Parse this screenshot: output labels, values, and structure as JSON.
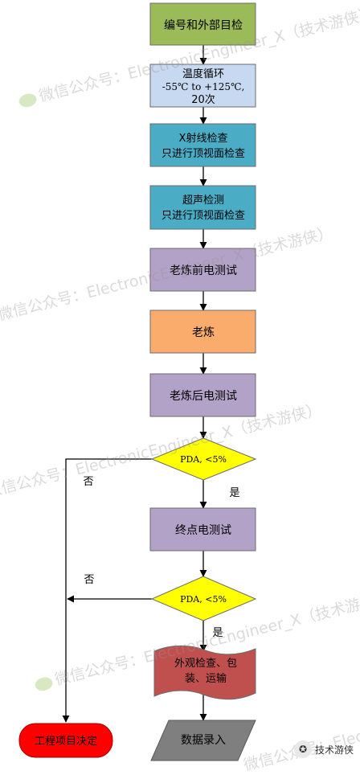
{
  "steps": {
    "incoming_inspection": "编号和外部目检",
    "temp_cycle_l1": "温度循环",
    "temp_cycle_l2": "-55℃  to  +125℃,",
    "temp_cycle_l3": "20次",
    "xray_l1": "X射线检查",
    "xray_l2": "只进行顶视面检查",
    "ultrasonic_l1": "超声检测",
    "ultrasonic_l2": "只进行顶视面检查",
    "pre_burnin_test": "老炼前电测试",
    "burnin": "老炼",
    "post_burnin_test": "老炼后电测试",
    "pda_1": "PDA, <5%",
    "final_test": "终点电测试",
    "pda_2": "PDA, <5%",
    "visual_pack_l1": "外观检查、包",
    "visual_pack_l2": "装、运输",
    "data_entry": "数据录入",
    "engineering_decision": "工程项目决定"
  },
  "edges": {
    "yes_1": "是",
    "no_1": "否",
    "yes_2": "是",
    "no_2": "否"
  },
  "watermark": {
    "text_1": "微信公众号：ElectronicEngineer_X（技术游侠）",
    "text_2": "微信公众号：ElectronicEngineer_X（技术游侠）",
    "text_3": "微信公众号：ElectronicEngineer_X（技术游侠）",
    "text_4": "微信公众号：ElectronicEngineer_X（技术游侠）",
    "text_5": "微信公众号：ElectronicEngineer_X（技术游侠）",
    "brand": "技术游侠"
  },
  "colors": {
    "green": "#9bbb59",
    "light_blue": "#c6d9f0",
    "teal": "#4bacc6",
    "lavender": "#b3a2c7",
    "orange": "#f9ac6b",
    "yellow": "#ffff00",
    "red_flag": "#c0504d",
    "gray": "#7f7f7f",
    "red": "#ff0000"
  }
}
